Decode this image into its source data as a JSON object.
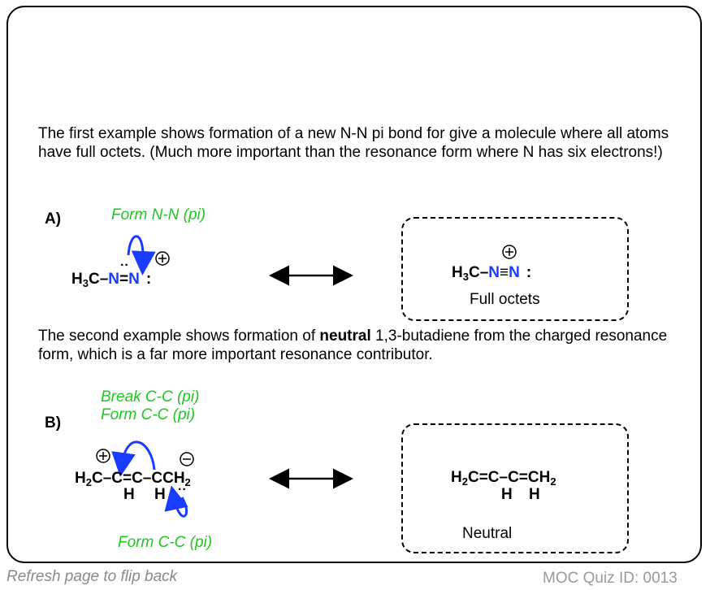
{
  "paragraphs": {
    "first": "The first example shows formation of a new N-N pi bond for give a molecule where all atoms have full octets. (Much more important than the resonance form where N has six electrons!)",
    "second_pre": "The second example shows formation of ",
    "second_bold": "neutral",
    "second_post": " 1,3-butadiene from the charged resonance form, which is a far more important resonance contributor."
  },
  "sectionA": {
    "label": "A)",
    "arrow_note": "Form N-N (pi)",
    "left": {
      "ch3": "H",
      "ch3_sub": "3",
      "c": "C",
      "n1": "N",
      "n2": "N",
      "lone": ":"
    },
    "right": {
      "ch3": "H",
      "ch3_sub": "3",
      "c": "C",
      "n1": "N",
      "n2": "N",
      "lone": ":",
      "caption": "Full octets"
    }
  },
  "sectionB": {
    "label": "B)",
    "note1": "Break C-C (pi)",
    "note2": "Form C-C (pi)",
    "note3": "Form  C-C (pi)",
    "left": {
      "h2c": "H",
      "h2c_sub": "2",
      "chain": "C–C=C–C",
      "end": "CH",
      "end_sub": "2",
      "h": "H"
    },
    "right": {
      "h2c": "H",
      "h2c_sub": "2",
      "chain": "C=C–C=CH",
      "end_sub": "2",
      "h": "H",
      "caption": "Neutral"
    }
  },
  "footer": {
    "left": "Refresh page to flip back",
    "right": "MOC Quiz ID: 0013"
  },
  "colors": {
    "blue": "#1a3cff",
    "green": "#1ec81e"
  }
}
